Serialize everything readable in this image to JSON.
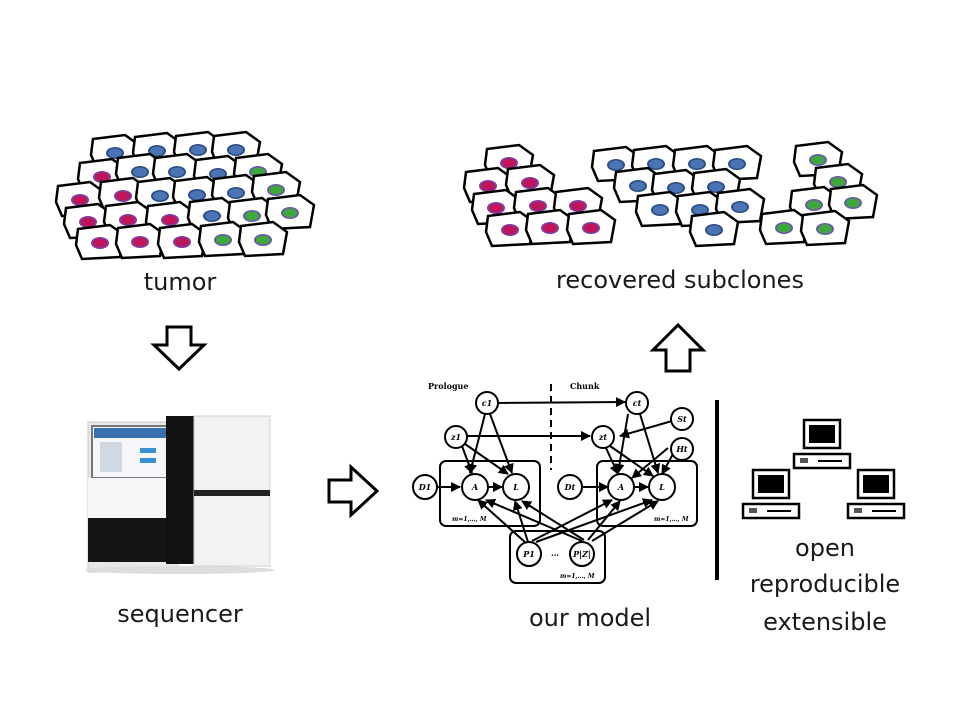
{
  "labels": {
    "tumor": "tumor",
    "recovered": "recovered subclones",
    "sequencer": "sequencer",
    "model": "our model",
    "open": "open",
    "reproducible": "reproducible",
    "extensible": "extensible"
  },
  "model_diagram": {
    "prologue_label": "Prologue",
    "chunk_label": "Chunk",
    "nodes": {
      "c1": "c1",
      "z1": "z1",
      "d1": "D1",
      "a1": "A",
      "l1": "L",
      "ct": "ct",
      "zt": "zt",
      "st": "St",
      "ht": "Ht",
      "dt": "Dt",
      "at": "A",
      "lt": "L",
      "p1": "P1",
      "pz": "P|Z|"
    },
    "plate_labels": {
      "left": "m=1,…, M",
      "right": "m=1,…, M",
      "bottom": "m=1,…, M"
    },
    "ellipsis": "…"
  },
  "colors": {
    "red_nucleus": "#c0155a",
    "blue_nucleus": "#4a74b4",
    "green_nucleus": "#3fa83a",
    "purple_rim": "#7a3fa0"
  },
  "icons": [
    "arrow-down-icon",
    "arrow-right-icon",
    "arrow-up-icon",
    "computer-icon"
  ]
}
